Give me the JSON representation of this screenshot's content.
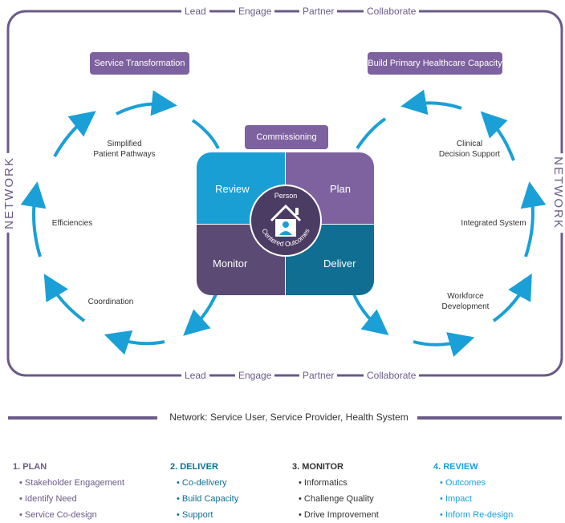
{
  "frame": {
    "top_labels": [
      "Lead",
      "Engage",
      "Partner",
      "Collaborate"
    ],
    "bottom_labels": [
      "Lead",
      "Engage",
      "Partner",
      "Collaborate"
    ],
    "left_side": "NETWORK",
    "right_side": "NETWORK"
  },
  "pills": {
    "left": "Service Transformation",
    "right": "Build Primary Healthcare Capacity",
    "center": "Commissioning"
  },
  "left_cycle": {
    "top": "Simplified\nPatient Pathways",
    "middle": "Efficiencies",
    "bottom": "Coordination"
  },
  "right_cycle": {
    "top": "Clinical\nDecision Support",
    "middle": "Integrated System",
    "bottom": "Workforce\nDevelopment"
  },
  "quadrants": {
    "review": "Review",
    "plan": "Plan",
    "monitor": "Monitor",
    "deliver": "Deliver"
  },
  "center_circle": {
    "top_text": "Person",
    "arc_text": "Centered Outcomes"
  },
  "network_line": "Network: Service User, Service Provider, Health System",
  "columns": [
    {
      "title": "1. PLAN",
      "items": [
        "Stakeholder Engagement",
        "Identify Need",
        "Service Co-design"
      ]
    },
    {
      "title": "2. DELIVER",
      "items": [
        "Co-delivery",
        "Build Capacity",
        "Support"
      ]
    },
    {
      "title": "3. MONITOR",
      "items": [
        "Informatics",
        "Challenge Quality",
        "Drive Improvement"
      ]
    },
    {
      "title": "4. REVIEW",
      "items": [
        "Outcomes",
        "Impact",
        "Inform Re-design"
      ]
    }
  ],
  "colors": {
    "frame": "#6b5a88",
    "pill": "#7e62a0",
    "arrow": "#1aa0d6",
    "review": "#1a9fd4",
    "plan": "#7e62a0",
    "monitor": "#5a4a74",
    "deliver": "#0f6e92",
    "plan_text": "#6b5a88",
    "deliver_text": "#0f6e92",
    "monitor_text": "#333333",
    "review_text": "#1aa0d6"
  }
}
